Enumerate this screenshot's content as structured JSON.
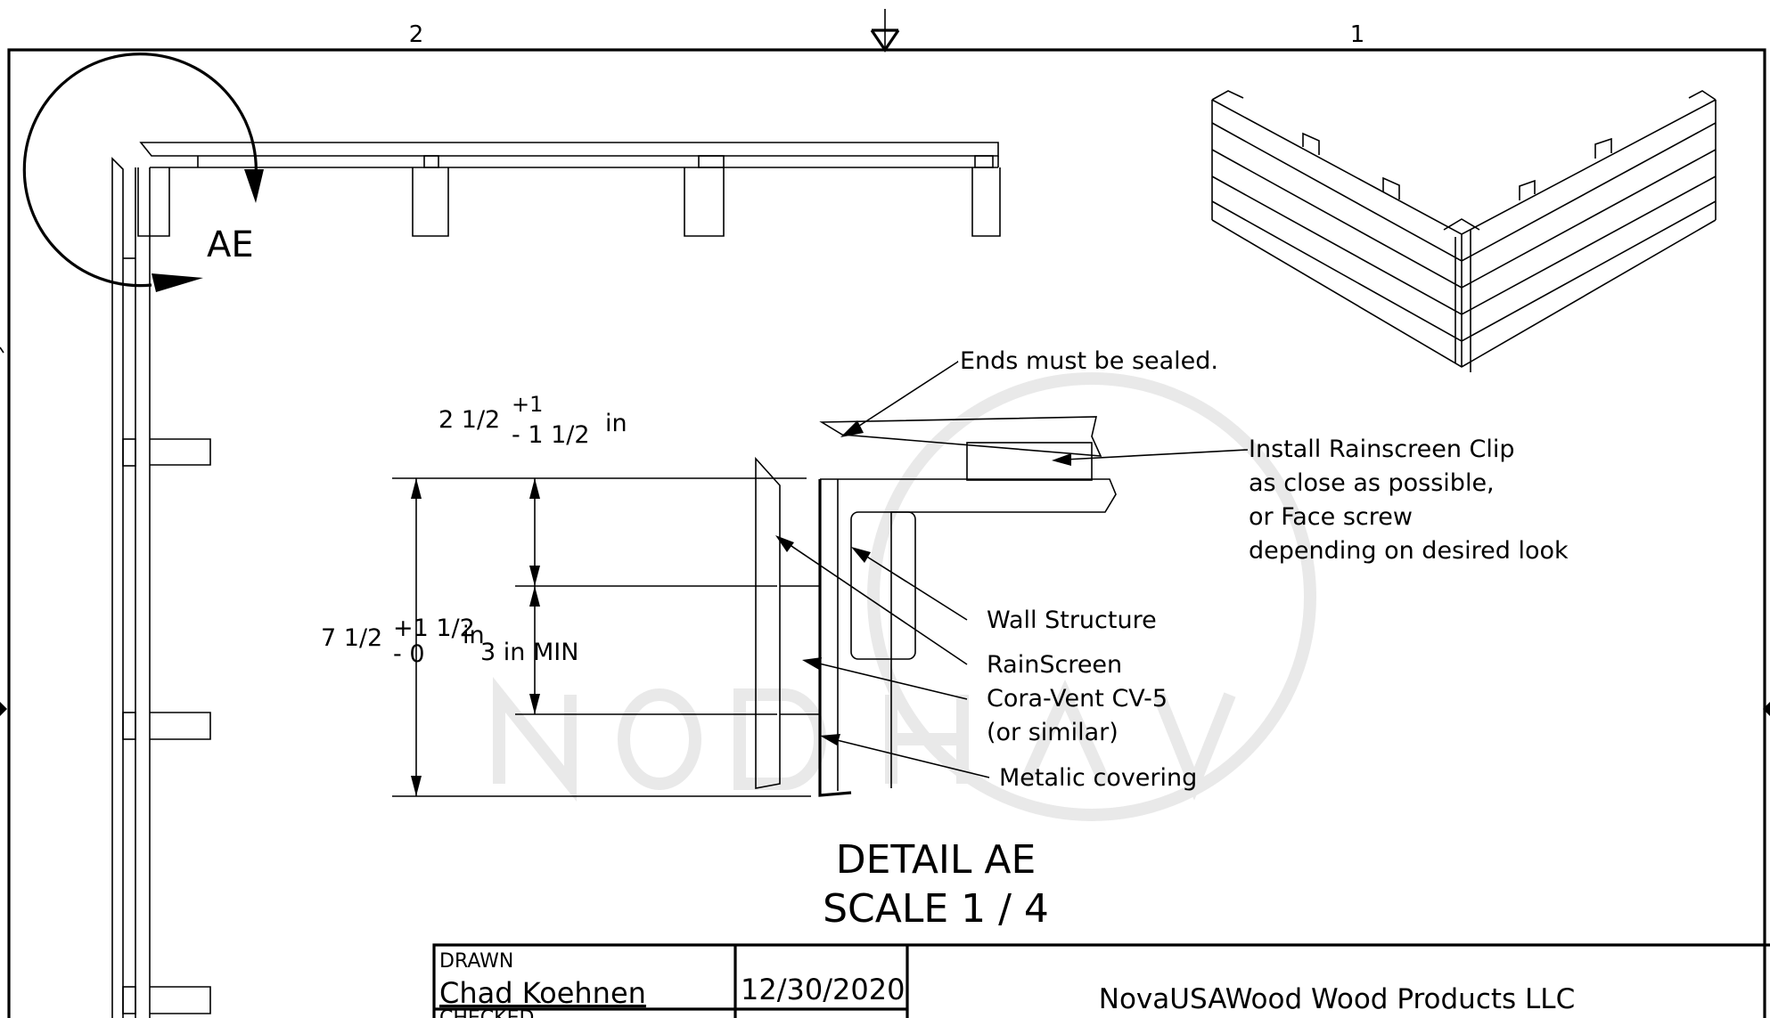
{
  "sheet": {
    "zone_left": "2",
    "zone_right": "1"
  },
  "callout": {
    "label": "AE"
  },
  "detail": {
    "title": "DETAIL  AE",
    "scale": "SCALE 1 / 4"
  },
  "dimensions": {
    "gap_value": "2 1/2",
    "gap_tol_plus": "+1",
    "gap_tol_minus": "- 1 1/2",
    "gap_unit": "in",
    "overall_value": "7 1/2",
    "overall_tol_plus": "+1 1/2",
    "overall_tol_minus": "- 0",
    "overall_unit": "in",
    "min_spacing": "3 in MIN"
  },
  "notes": {
    "ends": "Ends must be sealed.",
    "clip": [
      "Install Rainscreen Clip",
      "as close as possible,",
      "or Face screw",
      "depending on desired look"
    ],
    "wall": "Wall Structure",
    "rainscreen": "RainScreen",
    "coravent": [
      "Cora-Vent CV-5",
      "(or similar)"
    ],
    "metalic": "Metalic covering"
  },
  "title_block": {
    "drawn_label": "DRAWN",
    "drawn_name": "Chad Koehnen",
    "drawn_date": "12/30/2020",
    "checked_label": "CHECKED",
    "company": "NovaUSAWood Wood Products LLC"
  }
}
